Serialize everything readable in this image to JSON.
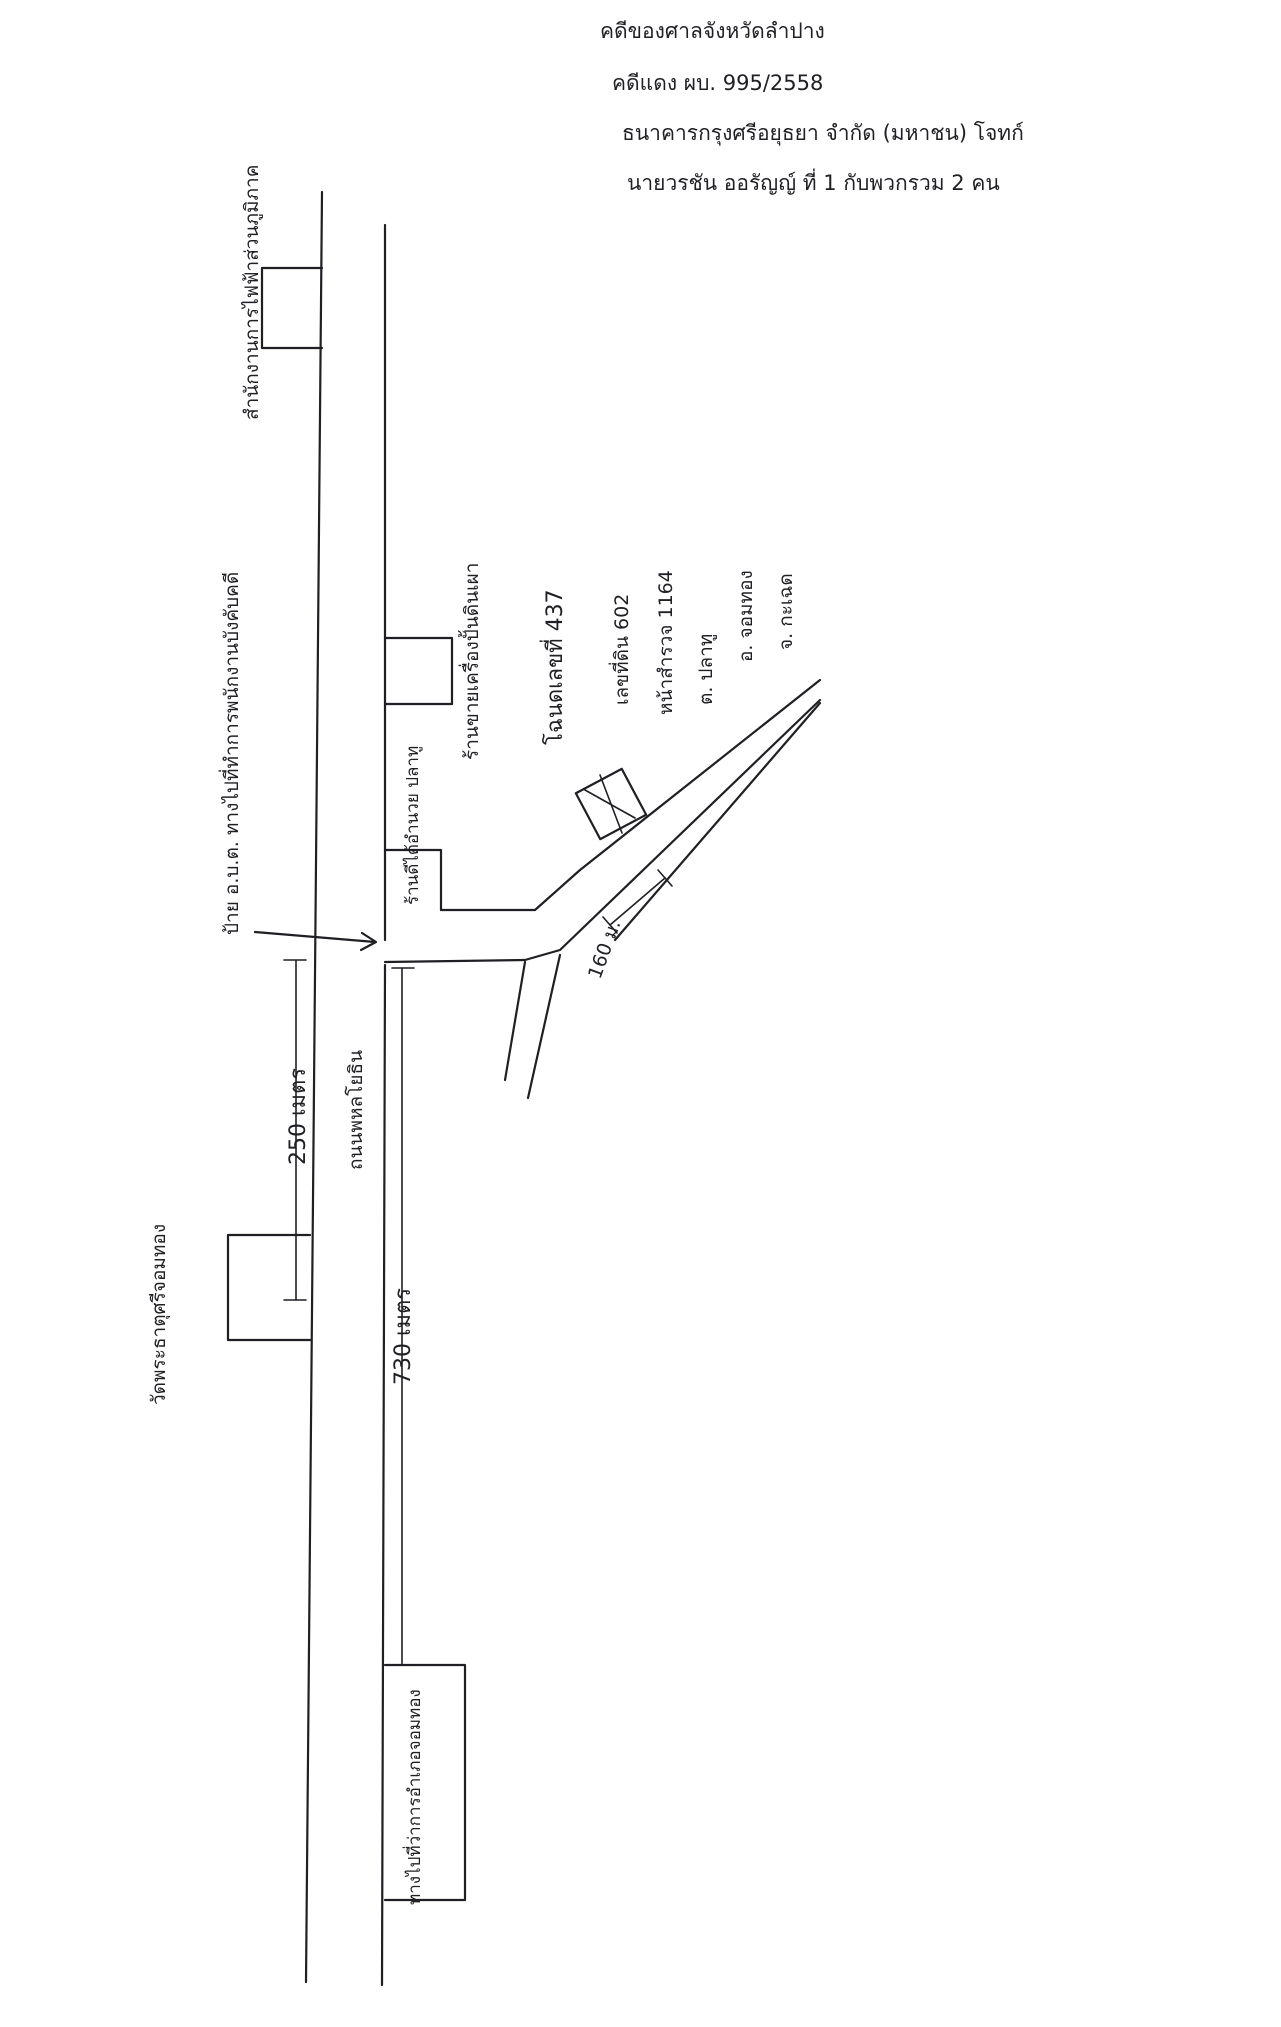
{
  "case_note": {
    "line1": "คดีของศาลจังหวัดลำปาง",
    "line2": "คดีแดง ผบ. 995/2558",
    "line3": "ธนาคารกรุงศรีอยุธยา จำกัด (มหาชน) โจทก์",
    "line4": "นายวรชัน ออรัญญ์ ที่ 1 กับพวกรวม 2 คน"
  },
  "landmarks": {
    "top_right_building": "สำนักงานการไฟฟ้าส่วนภูมิภาค",
    "junction_sign": "ป้าย อ.บ.ต. ทางไปที่ทำการพนักงานบังคับคดี",
    "shop_left": "ร้านดีได้อำนวย ปลาทู",
    "pottery_yard": "ร้านขายเครื่องปั้นดินเผา",
    "main_road": "ถนนพหลโยธิน",
    "temple": "วัดพระธาตุศรีจอมทอง",
    "office_bottom": "ทางไปที่ว่าการอำเภอจอมทอง"
  },
  "property": {
    "title": "โฉนดเลขที่ 437",
    "deed_no": "เลขที่ดิน 602",
    "page": "หน้าสำรวจ 1164",
    "subdistrict": "ต. ปลาทู",
    "district": "อ. จอมทอง",
    "province": "จ. กะเฉด"
  },
  "distances": {
    "d250": "250 เมตร",
    "d730": "730 เมตร",
    "d160": "160 ม."
  }
}
